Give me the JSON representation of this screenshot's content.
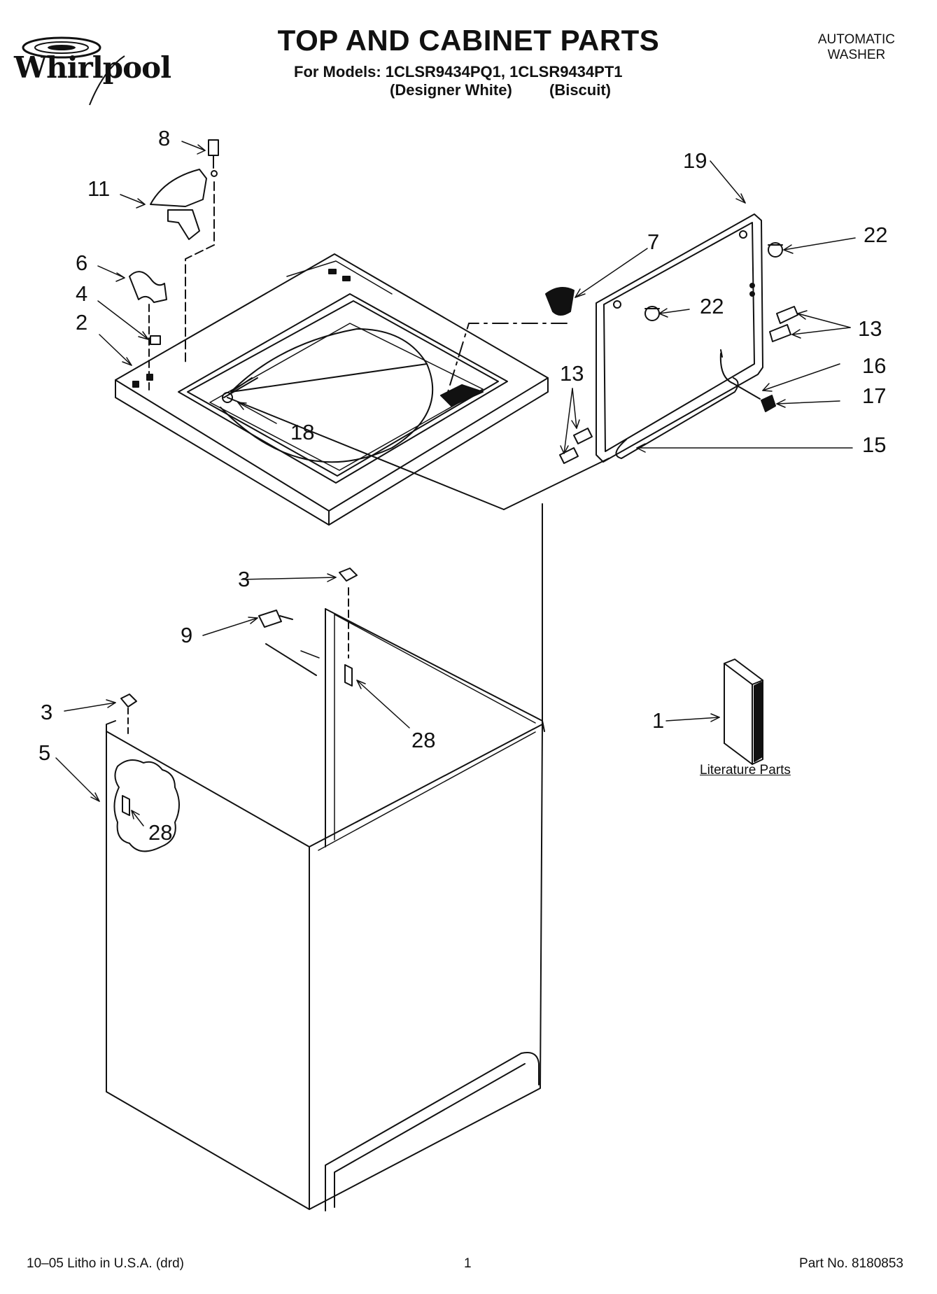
{
  "header": {
    "brand": "Whirlpool",
    "title": "TOP AND CABINET PARTS",
    "models_line": "For Models: 1CLSR9434PQ1, 1CLSR9434PT1",
    "color_1": "(Designer White)",
    "color_2": "(Biscuit)",
    "product_line1": "AUTOMATIC",
    "product_line2": "WASHER"
  },
  "callouts": {
    "c8": "8",
    "c11": "11",
    "c6": "6",
    "c4": "4",
    "c2": "2",
    "c7": "7",
    "c19": "19",
    "c22a": "22",
    "c22b": "22",
    "c13a": "13",
    "c13b": "13",
    "c16": "16",
    "c17": "17",
    "c15": "15",
    "c18": "18",
    "c3a": "3",
    "c3b": "3",
    "c9": "9",
    "c28a": "28",
    "c28b": "28",
    "c5": "5",
    "c1": "1"
  },
  "literature_label": "Literature Parts",
  "footer": {
    "litho": "10–05 Litho in U.S.A. (drd)",
    "page": "1",
    "part_no": "Part No. 8180853"
  }
}
